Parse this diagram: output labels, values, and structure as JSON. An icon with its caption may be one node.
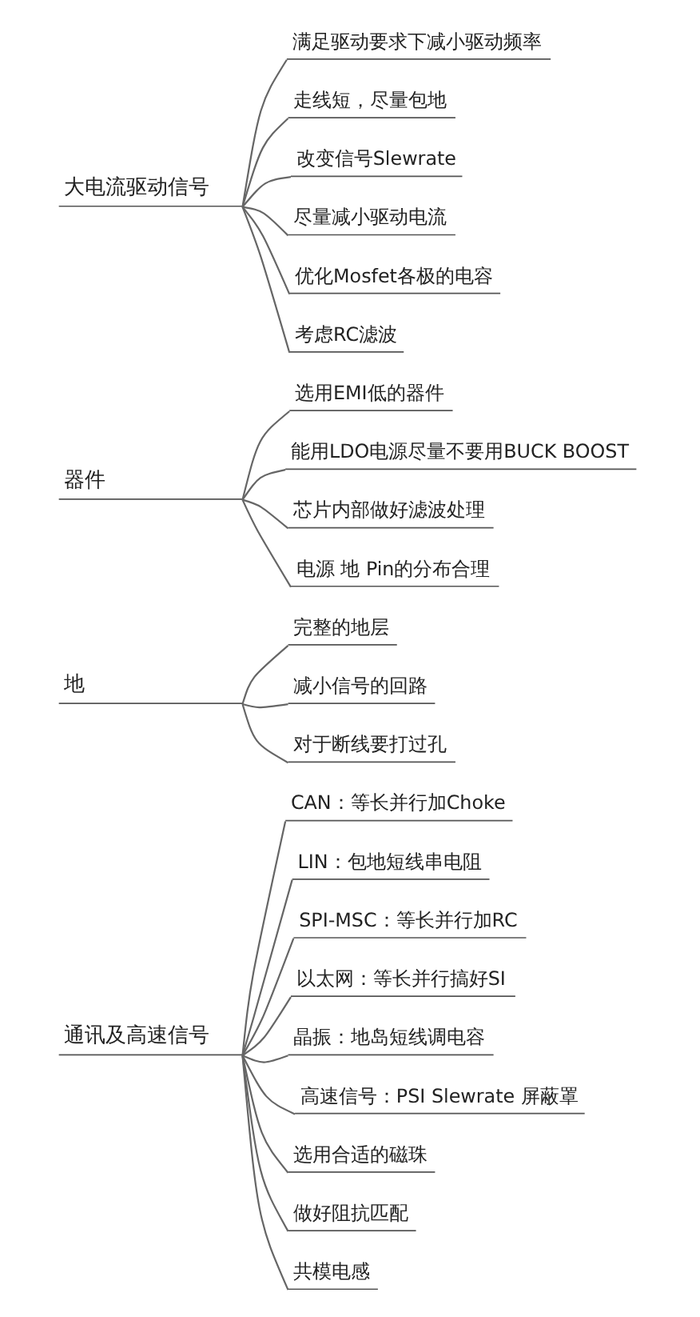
{
  "diagram": {
    "nodes": [
      {
        "text": [
          "大电流驱动信号"
        ]
      },
      {
        "text": [
          "满足驱动要求下减小驱动频率"
        ]
      },
      {
        "text": [
          "走线短，尽量包地"
        ]
      },
      {
        "text": [
          "改变信号Slewrate"
        ]
      },
      {
        "text": [
          "尽量减小驱动电流"
        ]
      },
      {
        "text": [
          "优化Mosfet各极的电容"
        ]
      },
      {
        "text": [
          "考虑RC滤波"
        ]
      },
      {
        "text": [
          "器件"
        ]
      },
      {
        "text": [
          "选用EMI低的器件"
        ]
      },
      {
        "text": [
          "能用LDO电源尽量不要用BUCK BOOST"
        ]
      },
      {
        "text": [
          "芯片内部做好滤波处理"
        ]
      },
      {
        "text": [
          "电源 地 Pin的分布合理"
        ]
      },
      {
        "text": [
          "地"
        ]
      },
      {
        "text": [
          "完整的地层"
        ]
      },
      {
        "text": [
          "减小信号的回路"
        ]
      },
      {
        "text": [
          "对于断线要打过孔"
        ]
      },
      {
        "text": [
          "通讯及高速信号"
        ]
      },
      {
        "text": [
          "CAN：等长并行加Choke"
        ]
      },
      {
        "text": [
          "LIN：包地短线串电阻"
        ]
      },
      {
        "text": [
          "SPI-MSC：等长并行加RC"
        ]
      },
      {
        "text": [
          "以太网：等长并行搞好SI"
        ]
      },
      {
        "text": [
          "晶振：地岛短线调电容"
        ]
      },
      {
        "text": [
          "高速信号：PSI Slewrate 屏蔽罩"
        ]
      },
      {
        "text": [
          "选用合适的磁珠"
        ]
      },
      {
        "text": [
          "做好阻抗匹配"
        ]
      },
      {
        "text": [
          "共模电感"
        ]
      }
    ],
    "edges": [
      {
        "from": 0,
        "to": 1,
        "arrow": "none"
      },
      {
        "from": 0,
        "to": 2,
        "arrow": "none"
      },
      {
        "from": 0,
        "to": 3,
        "arrow": "none"
      },
      {
        "from": 0,
        "to": 4,
        "arrow": "none"
      },
      {
        "from": 0,
        "to": 5,
        "arrow": "none"
      },
      {
        "from": 0,
        "to": 6,
        "arrow": "none"
      },
      {
        "from": 7,
        "to": 8,
        "arrow": "none"
      },
      {
        "from": 7,
        "to": 9,
        "arrow": "none"
      },
      {
        "from": 7,
        "to": 10,
        "arrow": "none"
      },
      {
        "from": 7,
        "to": 11,
        "arrow": "none"
      },
      {
        "from": 12,
        "to": 13,
        "arrow": "none"
      },
      {
        "from": 12,
        "to": 14,
        "arrow": "none"
      },
      {
        "from": 12,
        "to": 15,
        "arrow": "none"
      },
      {
        "from": 16,
        "to": 17,
        "arrow": "none"
      },
      {
        "from": 16,
        "to": 18,
        "arrow": "none"
      },
      {
        "from": 16,
        "to": 19,
        "arrow": "none"
      },
      {
        "from": 16,
        "to": 20,
        "arrow": "none"
      },
      {
        "from": 16,
        "to": 21,
        "arrow": "none"
      },
      {
        "from": 16,
        "to": 22,
        "arrow": "none"
      },
      {
        "from": 16,
        "to": 23,
        "arrow": "none"
      },
      {
        "from": 16,
        "to": 24,
        "arrow": "none"
      },
      {
        "from": 16,
        "to": 25,
        "arrow": "none"
      }
    ]
  }
}
